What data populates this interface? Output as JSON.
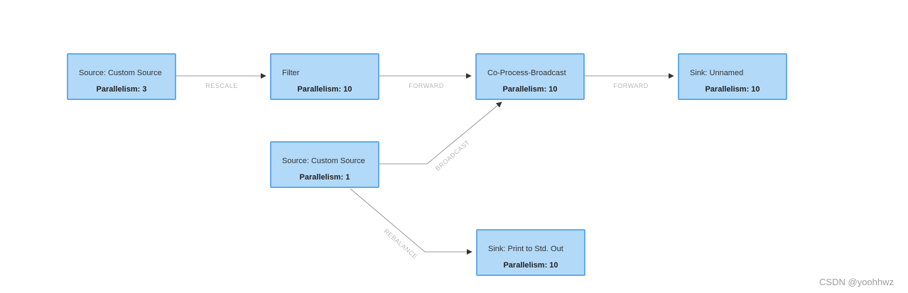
{
  "diagram": {
    "type": "dataflow-job-graph",
    "nodes": [
      {
        "id": "source-1",
        "title": "Source: Custom Source",
        "parallelism_label": "Parallelism: 3"
      },
      {
        "id": "filter",
        "title": "Filter",
        "parallelism_label": "Parallelism: 10"
      },
      {
        "id": "co-process-broadcast",
        "title": "Co-Process-Broadcast",
        "parallelism_label": "Parallelism: 10"
      },
      {
        "id": "sink-unnamed",
        "title": "Sink: Unnamed",
        "parallelism_label": "Parallelism: 10"
      },
      {
        "id": "source-2",
        "title": "Source: Custom Source",
        "parallelism_label": "Parallelism: 1"
      },
      {
        "id": "sink-print",
        "title": "Sink: Print to Std. Out",
        "parallelism_label": "Parallelism: 10"
      }
    ],
    "edges": [
      {
        "from": "source-1",
        "to": "filter",
        "label": "RESCALE"
      },
      {
        "from": "filter",
        "to": "co-process-broadcast",
        "label": "FORWARD"
      },
      {
        "from": "co-process-broadcast",
        "to": "sink-unnamed",
        "label": "FORWARD"
      },
      {
        "from": "source-2",
        "to": "co-process-broadcast",
        "label": "BROADCAST"
      },
      {
        "from": "source-2",
        "to": "sink-print",
        "label": "REBALANCE"
      }
    ],
    "colors": {
      "node_fill": "#b3d9f8",
      "node_border": "#63abe7",
      "node_text": "#333333",
      "edge_line": "#999999",
      "arrowhead": "#333333",
      "edge_label_text": "#b8b8b8",
      "background": "#ffffff"
    }
  },
  "watermark": {
    "text": "CSDN @yoohhwz"
  }
}
